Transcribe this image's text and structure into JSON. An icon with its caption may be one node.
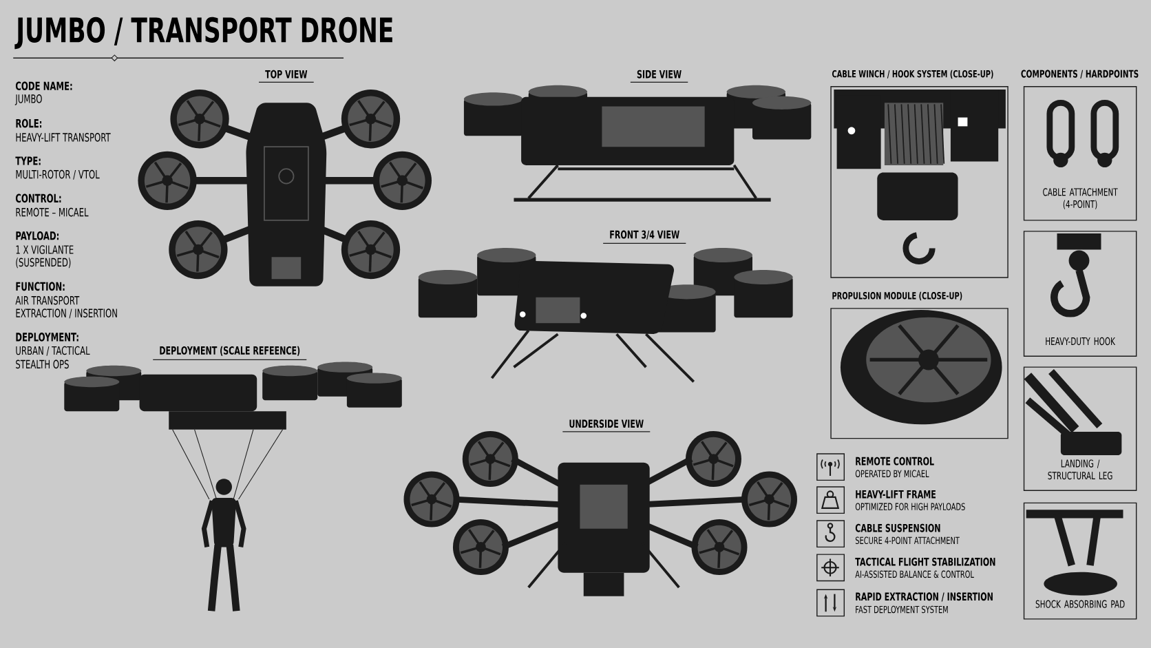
{
  "diagram": {
    "title": "JUMBO / TRANSPORT DRONE",
    "nodes": [
      {
        "text": [
          "CABLE WINCH / HOOK SYSTEM (CLOSE-UP)"
        ]
      },
      {
        "text": [
          "PROPULSION MODULE (CLOSE-UP)"
        ]
      },
      {
        "text": [
          "CABLE ATTACHMENT (4-POINT)"
        ]
      },
      {
        "text": [
          "HEAVY-DUTY HOOK"
        ]
      },
      {
        "text": [
          "LANDING / STRUCTURAL LEG"
        ]
      },
      {
        "text": [
          "SHOCK ABSORBING PAD"
        ]
      }
    ],
    "labels": [
      "CODE NAME:",
      "JUMBO",
      "ROLE:",
      "HEAVY-LIFT TRANSPORT",
      "TYPE:",
      "MULTI-ROTOR / VTOL",
      "CONTROL:",
      "REMOTE – MICAEL",
      "PAYLOAD:",
      "1 X VIGILANTE",
      "(SUSPENDED)",
      "FUNCTION:",
      "AIR TRANSPORT",
      "EXTRACTION / INSERTION",
      "DEPLOYMENT:",
      "URBAN / TACTICAL",
      "STEALTH OPS",
      "TOP VIEW",
      "SIDE VIEW",
      "FRONT 3/4 VIEW",
      "DEPLOYMENT (SCALE REFEENCE)",
      "UNDERSIDE VIEW",
      "COMPONENTS / HARDPOINTS",
      "REMOTE CONTROL",
      "OPERATED BY MICAEL",
      "HEAVY-LIFT FRAME",
      "OPTIMIZED FOR HIGH PAYLOADS",
      "CABLE SUSPENSION",
      "SECURE 4-POINT ATTACHMENT",
      "TACTICAL FLIGHT STABILIZATION",
      "AI-ASSISTED BALANCE & CONTROL",
      "RAPID EXTRACTION / INSERTION",
      "FAST DEPLOYMENT SYSTEM"
    ]
  }
}
